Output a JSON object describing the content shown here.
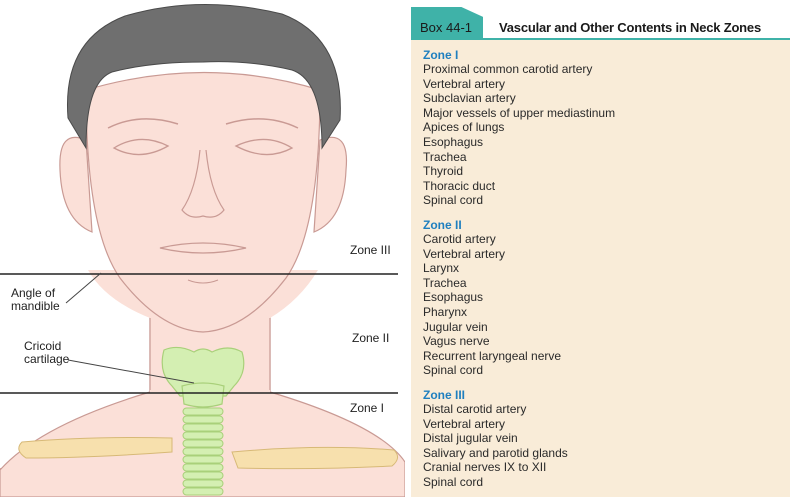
{
  "figure": {
    "zone_labels": {
      "zone3": "Zone III",
      "zone2": "Zone II",
      "zone1": "Zone I"
    },
    "anatomy_labels": {
      "angle_line1": "Angle of",
      "angle_line2": "mandible",
      "cricoid_line1": "Cricoid",
      "cricoid_line2": "cartilage"
    },
    "colors": {
      "skin": "#fbe0d8",
      "outline": "#c99a94",
      "hair": "#6f6f6f",
      "cartilage": "#d4efb2",
      "bone": "#f7e0ad"
    }
  },
  "box": {
    "tab_label": "Box 44-1",
    "title": "Vascular and Other Contents in Neck Zones",
    "accent_color": "#3fb2a8",
    "background_color": "#f9ecd8",
    "zones": [
      {
        "heading": "Zone I",
        "items": [
          "Proximal common carotid artery",
          "Vertebral artery",
          "Subclavian artery",
          "Major vessels of upper mediastinum",
          "Apices of lungs",
          "Esophagus",
          "Trachea",
          "Thyroid",
          "Thoracic duct",
          "Spinal cord"
        ]
      },
      {
        "heading": "Zone II",
        "items": [
          "Carotid artery",
          "Vertebral artery",
          "Larynx",
          "Trachea",
          "Esophagus",
          "Pharynx",
          "Jugular vein",
          "Vagus nerve",
          "Recurrent laryngeal nerve",
          "Spinal cord"
        ]
      },
      {
        "heading": "Zone III",
        "items": [
          "Distal carotid artery",
          "Vertebral artery",
          "Distal jugular vein",
          "Salivary and parotid glands",
          "Cranial nerves IX to XII",
          "Spinal cord"
        ]
      }
    ]
  }
}
